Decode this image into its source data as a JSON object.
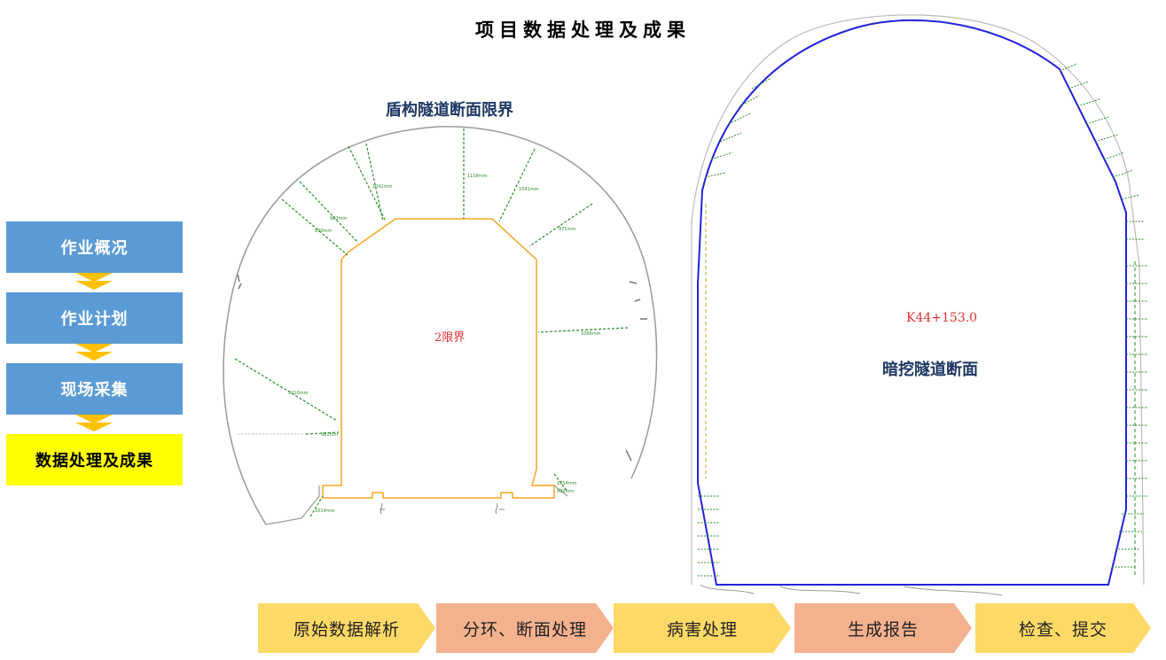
{
  "title": "项目数据处理及成果",
  "side_steps": [
    {
      "label": "作业概况",
      "active": false
    },
    {
      "label": "作业计划",
      "active": false
    },
    {
      "label": "现场采集",
      "active": false
    },
    {
      "label": "数据处理及成果",
      "active": true
    }
  ],
  "shield_tunnel": {
    "heading": "盾构隧道断面限界",
    "section_label": "2限界",
    "dim_labels": [
      "1118mm",
      "1041mm",
      "971mm",
      "1066mm",
      "1042mm",
      "982mm",
      "930mm",
      "1010mm",
      "981mm",
      "1014mm",
      "1054mm",
      "990mm"
    ]
  },
  "mined_tunnel": {
    "heading": "暗挖隧道断面",
    "station_label": "K44+153.0"
  },
  "process_stages": [
    {
      "label": "原始数据解析",
      "style": "yellow"
    },
    {
      "label": "分环、断面处理",
      "style": "peach"
    },
    {
      "label": "病害处理",
      "style": "yellow"
    },
    {
      "label": "生成报告",
      "style": "peach"
    },
    {
      "label": "检查、提交",
      "style": "yellow"
    }
  ],
  "colors": {
    "side_step": "#5b9bd5",
    "side_step_active": "#ffff00",
    "chevron": "#ffc000",
    "limit_outline": "#f5a623",
    "tunnel_outline": "#2222dd",
    "dim_lines": "#2e8b2e",
    "stage_yellow": "#ffd966",
    "stage_peach": "#f4b18e"
  }
}
